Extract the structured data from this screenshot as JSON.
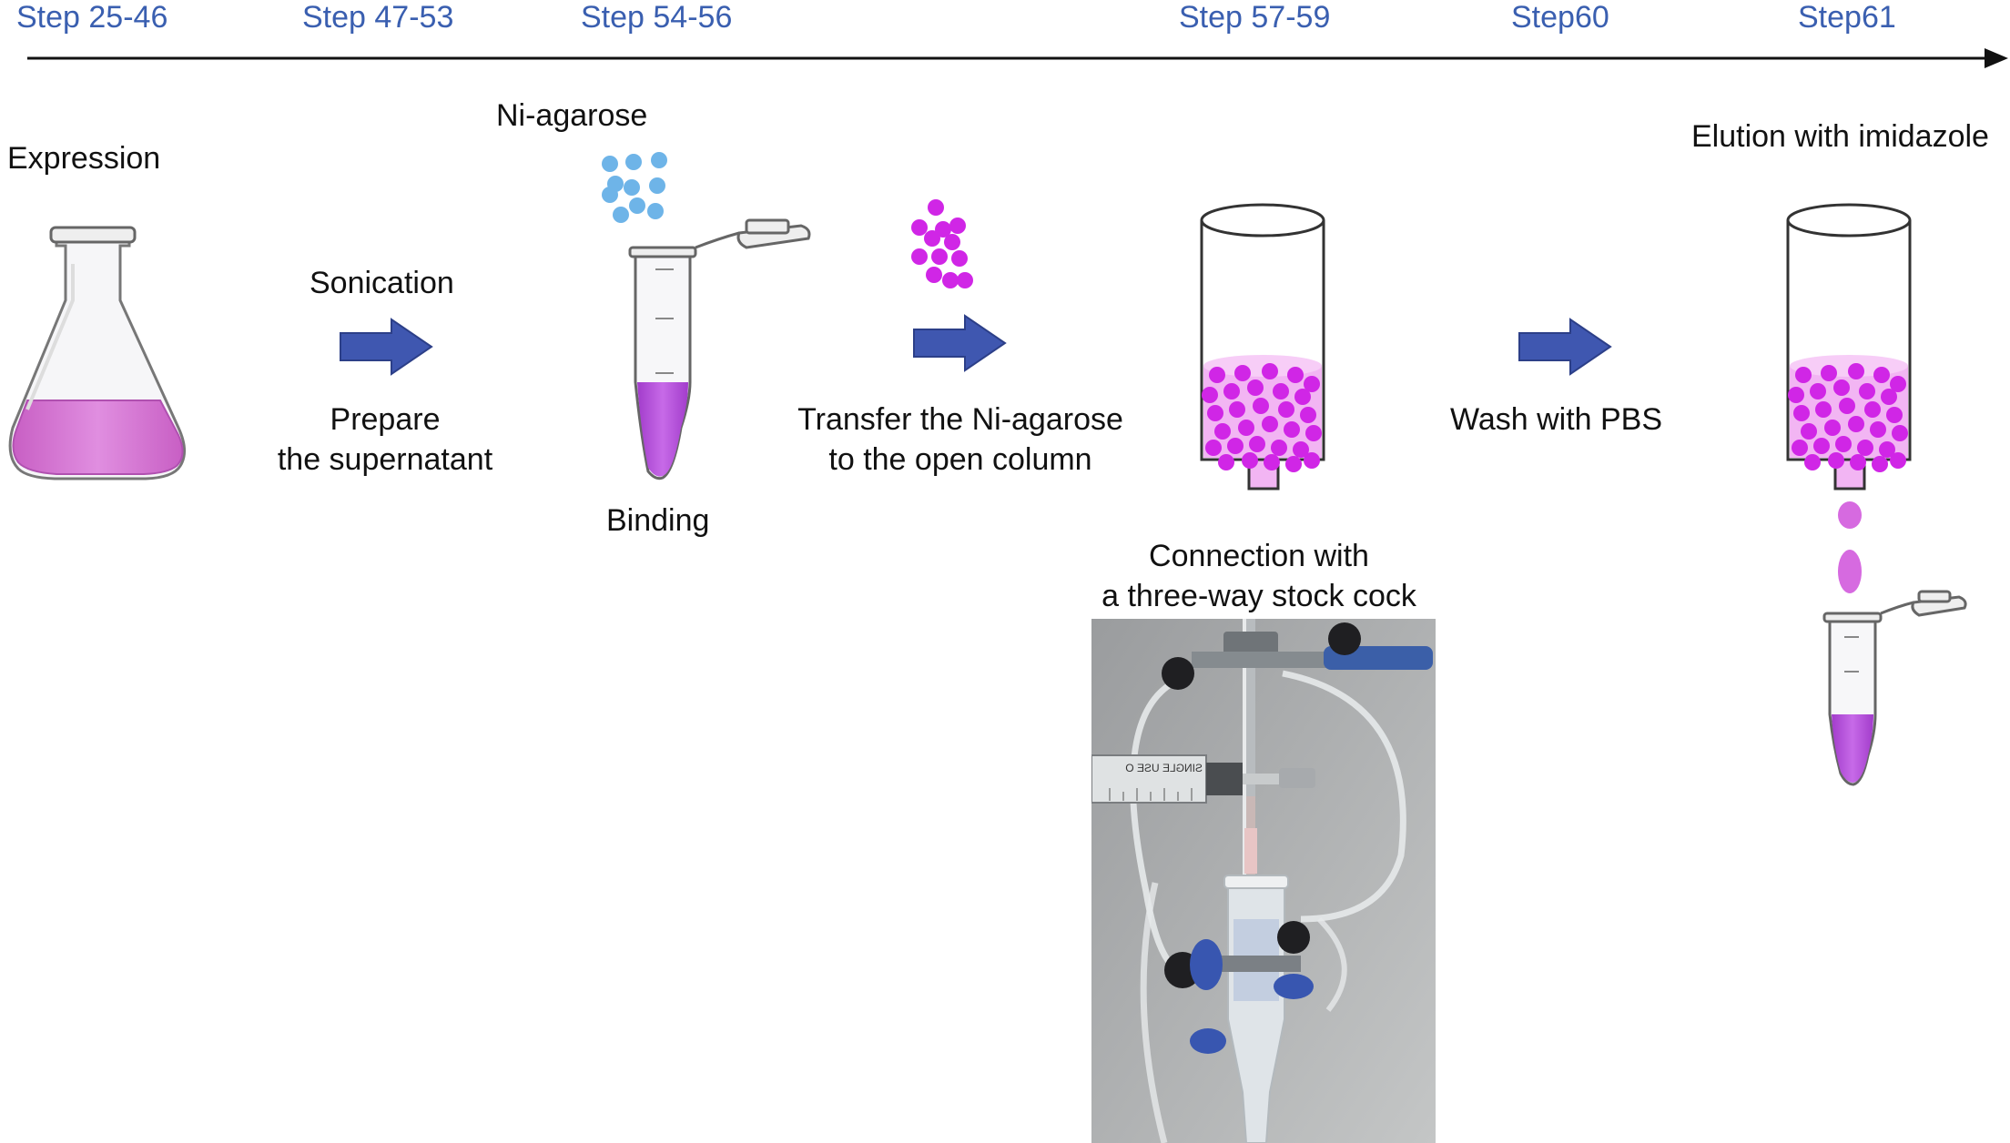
{
  "timeline": {
    "steps": [
      "Step 25-46",
      "Step 47-53",
      "Step 54-56",
      "Step 57-59",
      "Step60",
      "Step61"
    ]
  },
  "labels": {
    "expression": "Expression",
    "sonication": "Sonication",
    "prepare_line1": "Prepare",
    "prepare_line2": "the supernatant",
    "ni_agarose": "Ni-agarose",
    "binding": "Binding",
    "transfer_line1": "Transfer the Ni-agarose",
    "transfer_line2": "to the open column",
    "wash": "Wash with PBS",
    "elution": "Elution with imidazole",
    "connection_line1": "Connection with",
    "connection_line2": "a three-way stock cock"
  },
  "photo": {
    "syringe_text": "SINGLE USE O"
  },
  "colors": {
    "step_text": "#3a5fb0",
    "arrow_fill": "#3f57b0",
    "magenta_bead": "#d026e6",
    "light_blue_bead": "#6eb4e8",
    "flask_liquid": "#d86fd4",
    "tube_liquid": "#b44fd8",
    "column_bed": "#f2b5f3"
  },
  "icons": [
    "flask-icon",
    "microtube-icon",
    "open-column-icon",
    "step-arrow-icon",
    "beads-icon",
    "photo-apparatus"
  ]
}
